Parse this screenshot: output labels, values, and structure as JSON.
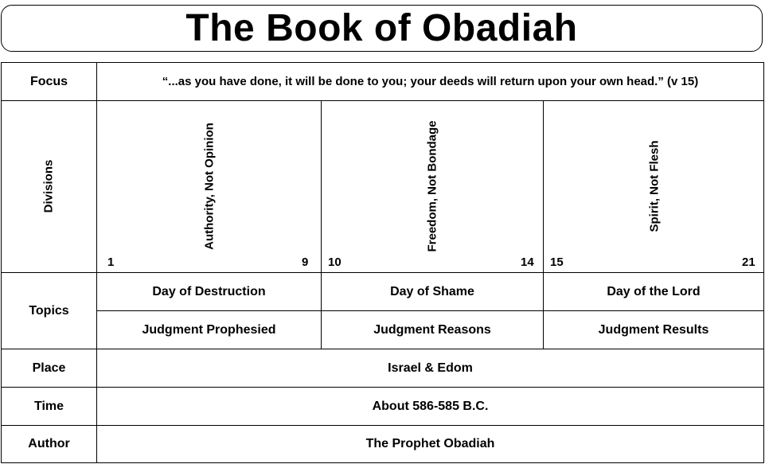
{
  "title": "The Book of Obadiah",
  "rows": {
    "focus": {
      "label": "Focus",
      "text": "“...as you have done, it will be done to you; your deeds will return upon your own head.” (v 15)"
    },
    "divisions": {
      "label": "Divisions",
      "items": [
        {
          "title": "Authority, Not Opinion",
          "start": "1",
          "end": "9"
        },
        {
          "title": "Freedom, Not Bondage",
          "start": "10",
          "end": "14"
        },
        {
          "title": "Spirit, Not Flesh",
          "start": "15",
          "end": "21"
        }
      ]
    },
    "topics": {
      "label": "Topics",
      "row1": [
        "Day of Destruction",
        "Day of Shame",
        "Day of the Lord"
      ],
      "row2": [
        "Judgment Prophesied",
        "Judgment Reasons",
        "Judgment Results"
      ]
    },
    "place": {
      "label": "Place",
      "text": "Israel & Edom"
    },
    "time": {
      "label": "Time",
      "text": "About 586-585 B.C."
    },
    "author": {
      "label": "Author",
      "text": "The Prophet Obadiah"
    }
  }
}
